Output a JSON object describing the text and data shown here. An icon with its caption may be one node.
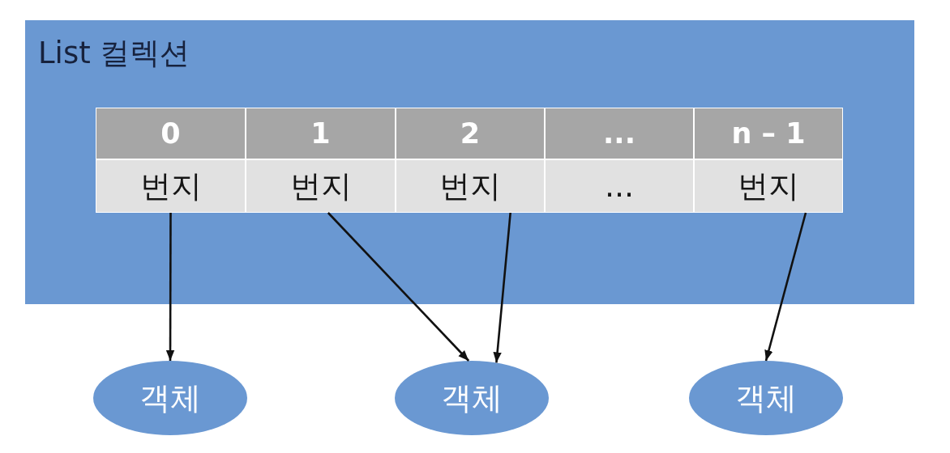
{
  "diagram": {
    "nodes": [
      {
        "text": [
          "List 컬렉션"
        ]
      },
      {
        "text": [
          "0"
        ],
        "in": 0
      },
      {
        "text": [
          "1"
        ],
        "in": 0
      },
      {
        "text": [
          "2"
        ],
        "in": 0
      },
      {
        "text": [
          "..."
        ],
        "in": 0
      },
      {
        "text": [
          "n – 1"
        ],
        "in": 0
      },
      {
        "text": [
          "번지"
        ],
        "in": 0
      },
      {
        "text": [
          "번지"
        ],
        "in": 0
      },
      {
        "text": [
          "번지"
        ],
        "in": 0
      },
      {
        "text": [
          "..."
        ],
        "in": 0
      },
      {
        "text": [
          "번지"
        ],
        "in": 0
      },
      {
        "text": [
          "객체"
        ]
      },
      {
        "text": [
          "객체"
        ]
      },
      {
        "text": [
          "객체"
        ]
      }
    ],
    "edges": [
      {
        "from": 6,
        "to": 11,
        "arrow": "to"
      },
      {
        "from": 7,
        "to": 12,
        "arrow": "to"
      },
      {
        "from": 8,
        "to": 12,
        "arrow": "to"
      },
      {
        "from": 10,
        "to": 13,
        "arrow": "to"
      }
    ]
  }
}
